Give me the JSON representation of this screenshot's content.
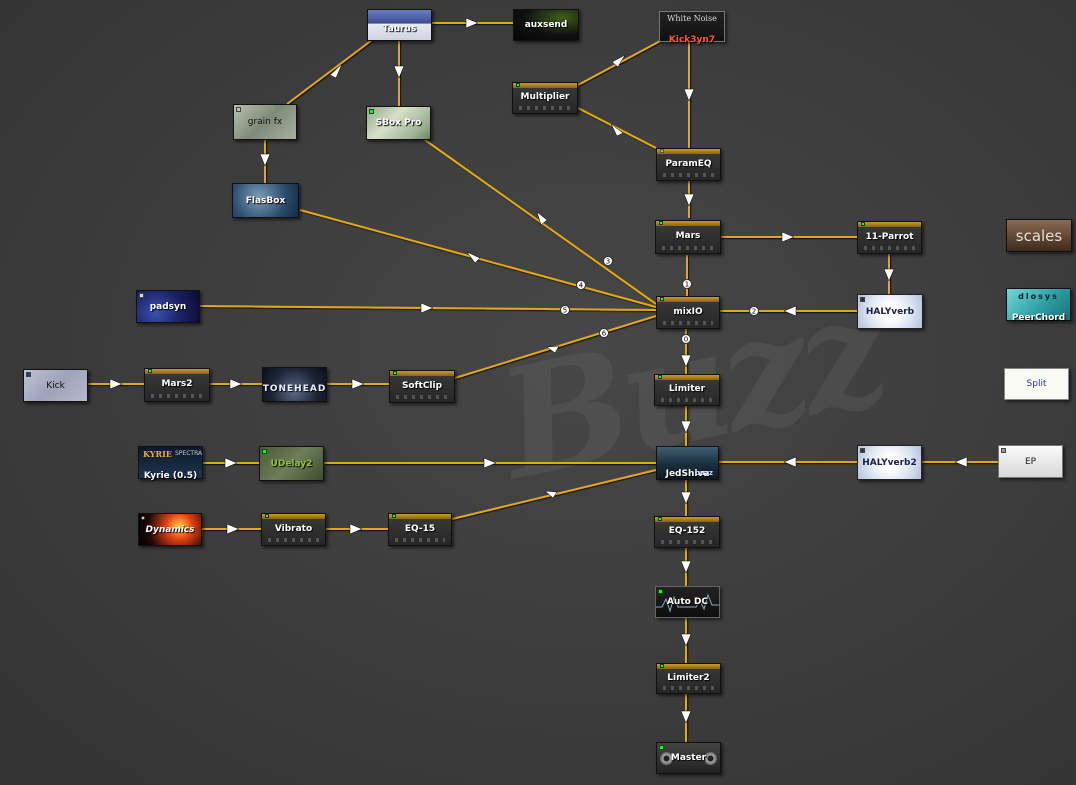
{
  "app": {
    "watermark": "Buzz"
  },
  "colors": {
    "wire": "#e0a818",
    "wire_dark": "#5a4000",
    "arrow": "#ffffff",
    "led_on": "#22ee22",
    "fx_top": "#c89a28"
  },
  "machines": {
    "taurus": "Taurus",
    "auxsend": "auxsend",
    "whitenoise_brand": "White Noise",
    "whitenoise_name": "Kick3yn7",
    "multiplier": "Multiplier",
    "grainfx": "grain fx",
    "sboxpro": "SBox Pro",
    "parameq": "ParamEQ",
    "flasbox": "FlasBox",
    "mars": "Mars",
    "parrot": "11-Parrot",
    "scales": "scales",
    "padsyn": "padsyn",
    "mixio": "mixIO",
    "halyverb": "HALYverb",
    "peerchord_brand": "dlosys",
    "peerchord": "PeerChord",
    "kick": "Kick",
    "mars2": "Mars2",
    "tonehead": "TONEHEAD",
    "softclip": "SoftClip",
    "limiter": "Limiter",
    "split": "Split",
    "kyrie_brand": "KYRIE",
    "kyrie_brand2": "SPECTRA",
    "kyrie": "Kyrie (0.5)",
    "udelay": "UDelay2",
    "jedshiva": "JedShiva",
    "jedshiva_sub": "buzz",
    "halyverb2": "HALYverb2",
    "ep": "EP",
    "dynamics": "Dynamics",
    "vibrato": "Vibrato",
    "eq15": "EQ-15",
    "eq152": "EQ-152",
    "autodc": "Auto DC",
    "limiter2": "Limiter2",
    "master": "Master"
  },
  "channels": {
    "c1": "1",
    "c2": "2",
    "c3": "3",
    "c4": "4",
    "c5": "5",
    "c6": "6",
    "c0": "0"
  }
}
